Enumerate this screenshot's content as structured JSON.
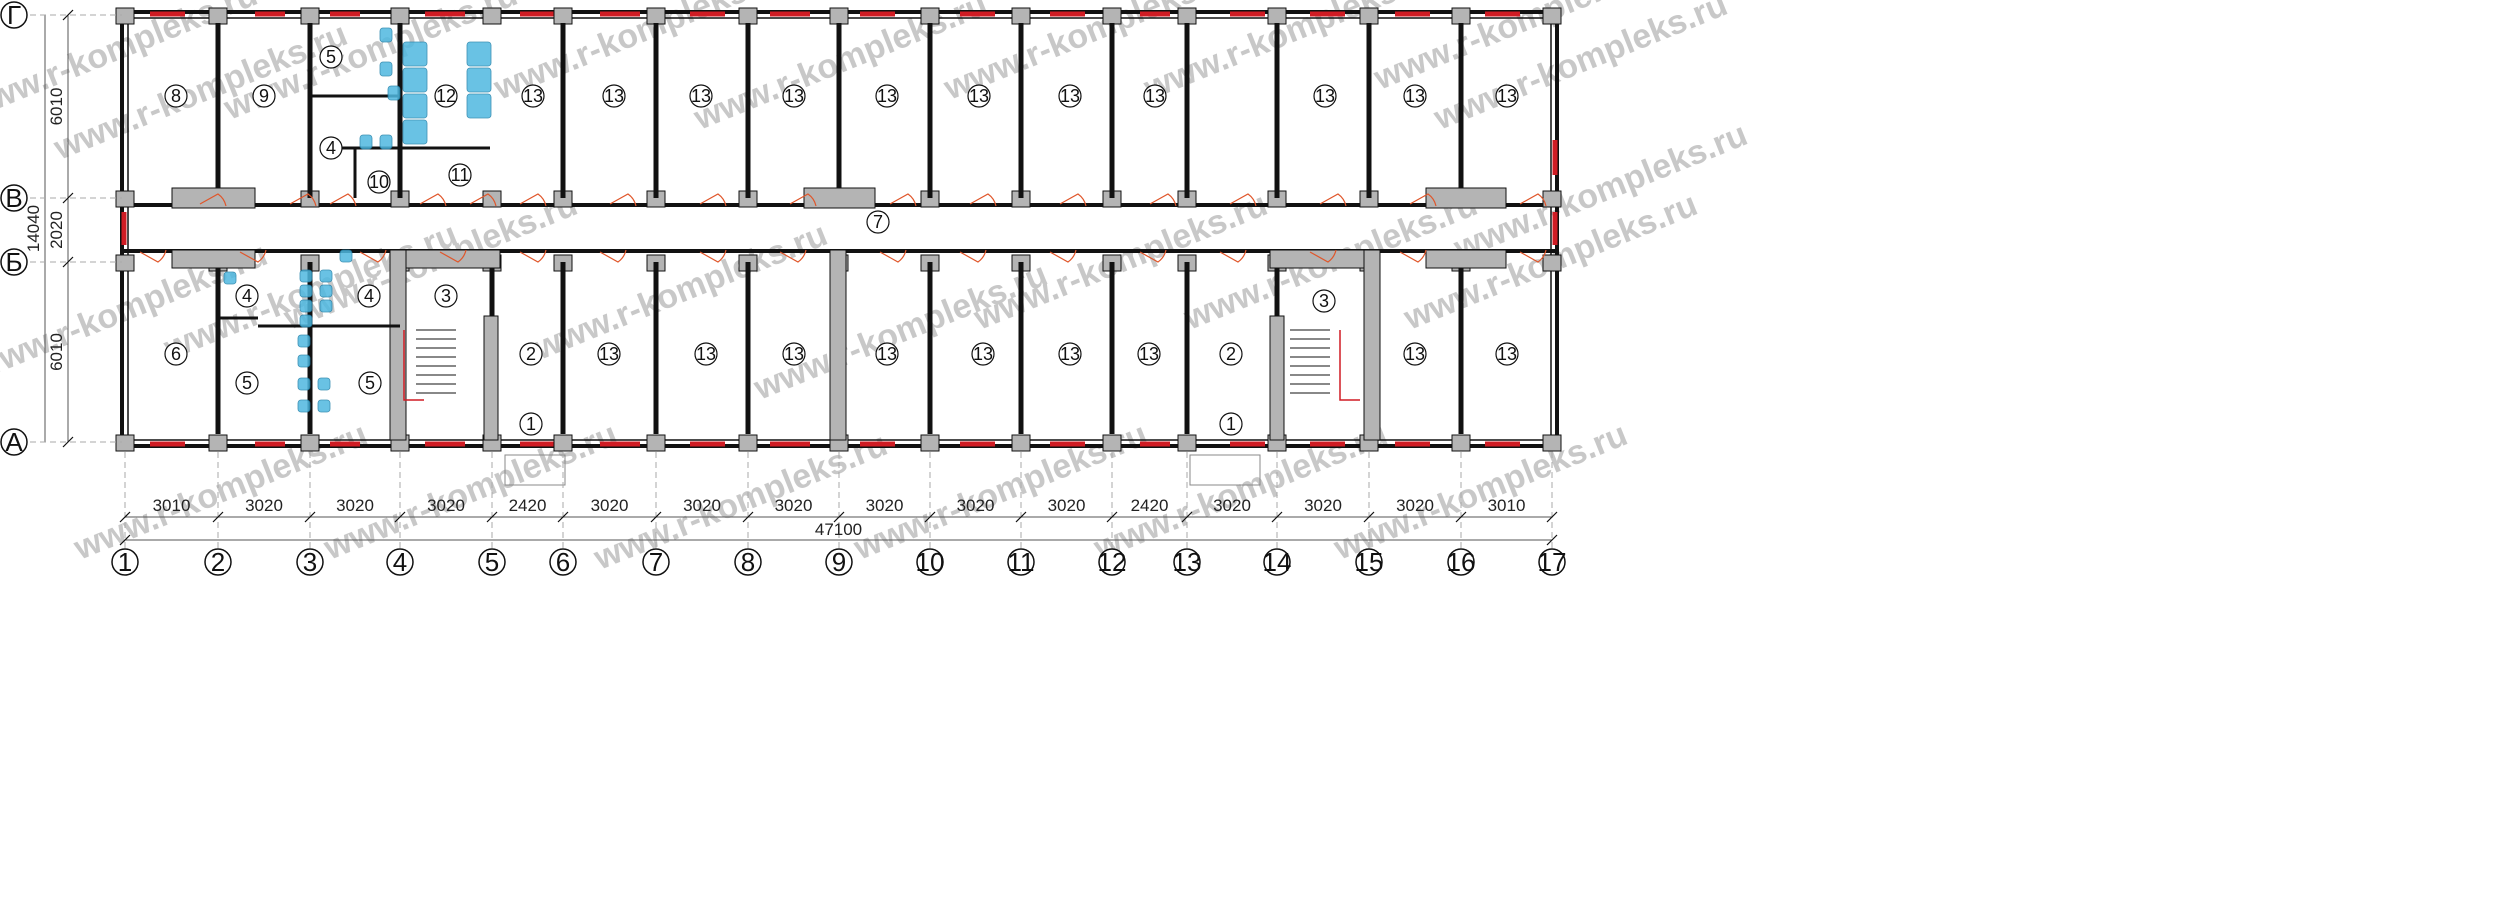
{
  "watermark": "www.r-kompleks.ru",
  "colors": {
    "wall": "#111111",
    "column": "#b4b4b4",
    "window": "#d01c24",
    "door": "#e0562a",
    "fixture": "#4fb8e0",
    "dim_line": "#555555",
    "watermark": "#c8c8c8"
  },
  "axes": {
    "columns": [
      "1",
      "2",
      "3",
      "4",
      "5",
      "6",
      "7",
      "8",
      "9",
      "10",
      "11",
      "12",
      "13",
      "14",
      "15",
      "16",
      "17"
    ],
    "rows": [
      "Г",
      "В",
      "Б",
      "А"
    ]
  },
  "dimensions": {
    "bottom": [
      "3010",
      "3020",
      "3020",
      "3020",
      "2420",
      "3020",
      "3020",
      "3020",
      "3020",
      "3020",
      "3020",
      "2420",
      "3020",
      "3020",
      "3020",
      "3010"
    ],
    "total": "47100",
    "left_segments": [
      "6010",
      "2020",
      "6010"
    ],
    "left_total": "14040"
  },
  "rooms": {
    "north": [
      "8",
      "9",
      "5",
      "4",
      "10",
      "12",
      "11",
      "13",
      "13",
      "13",
      "13",
      "13",
      "13",
      "13",
      "13",
      "13",
      "13",
      "13"
    ],
    "corridor": "7",
    "south": [
      "6",
      "4",
      "4",
      "5",
      "5",
      "3",
      "2",
      "1",
      "13",
      "13",
      "13",
      "13",
      "13",
      "13",
      "13",
      "2",
      "1",
      "3",
      "13",
      "13"
    ]
  }
}
